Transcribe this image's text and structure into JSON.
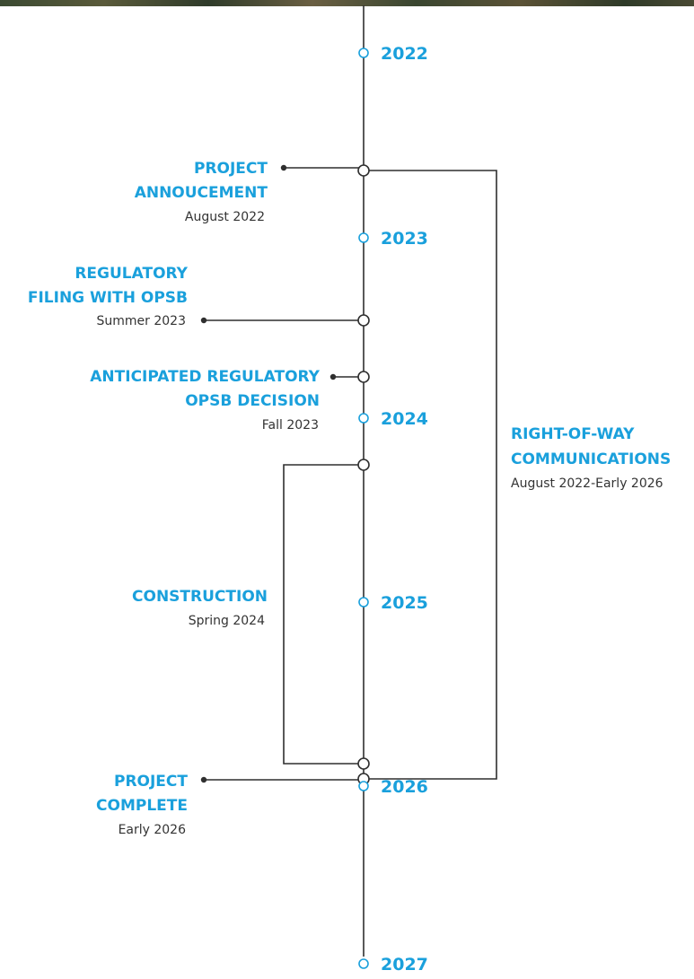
{
  "colors": {
    "accent": "#1aa0dc",
    "line": "#2f2f2f",
    "text": "#333333"
  },
  "years": [
    "2022",
    "2023",
    "2024",
    "2025",
    "2026",
    "2027"
  ],
  "milestones": {
    "project_announcement": {
      "title_lines": [
        "PROJECT",
        "ANNOUCEMENT"
      ],
      "date": "August 2022"
    },
    "regulatory_filing": {
      "title_lines": [
        "REGULATORY",
        "FILING WITH OPSB"
      ],
      "date": "Summer 2023"
    },
    "anticipated_decision": {
      "title_lines": [
        "ANTICIPATED REGULATORY",
        "OPSB DECISION"
      ],
      "date": "Fall 2023"
    },
    "construction": {
      "title_lines": [
        "CONSTRUCTION"
      ],
      "date": "Spring 2024"
    },
    "project_complete": {
      "title_lines": [
        "PROJECT",
        "COMPLETE"
      ],
      "date": "Early 2026"
    },
    "right_of_way": {
      "title_lines": [
        "RIGHT-OF-WAY",
        "COMMUNICATIONS"
      ],
      "date": "August 2022-Early 2026"
    }
  }
}
